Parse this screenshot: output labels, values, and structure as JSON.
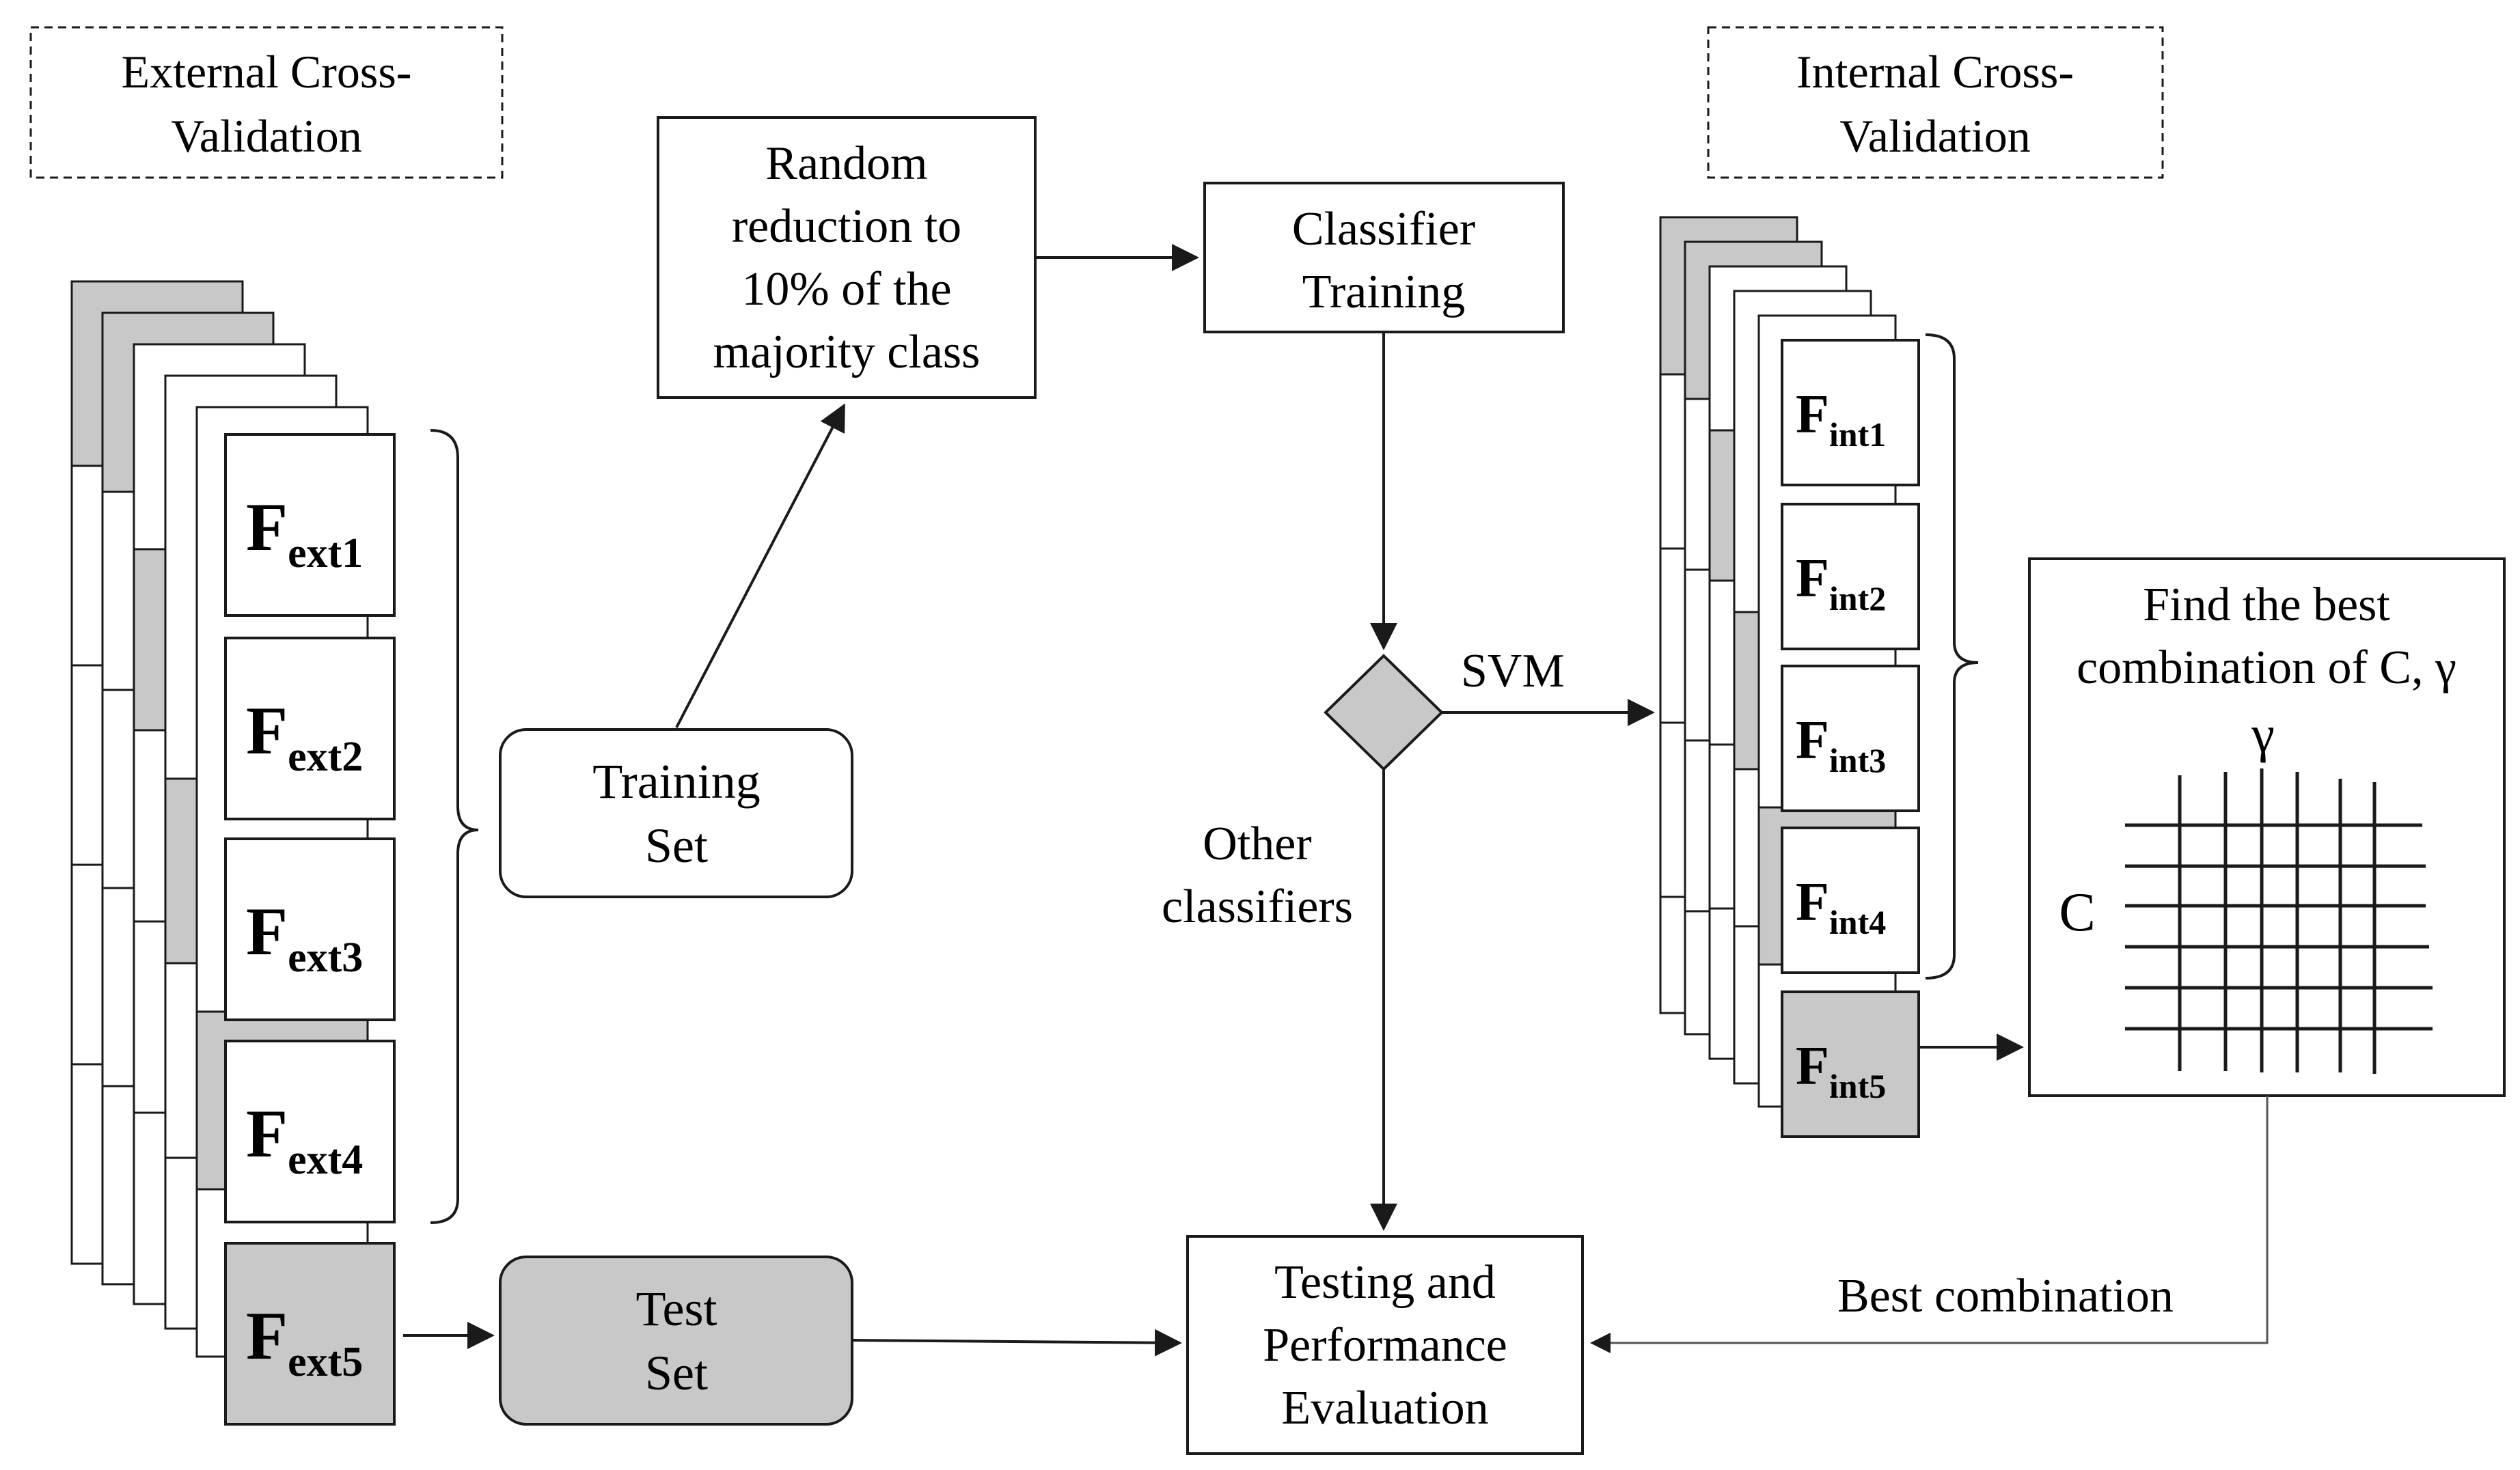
{
  "external_cv": {
    "line1": "External Cross-",
    "line2": "Validation"
  },
  "internal_cv": {
    "line1": "Internal Cross-",
    "line2": "Validation"
  },
  "reduction": {
    "line1": "Random",
    "line2": "reduction to",
    "line3": "10% of the",
    "line4": "majority class"
  },
  "classifier_training": {
    "line1": "Classifier",
    "line2": "Training"
  },
  "training_set": {
    "line1": "Training",
    "line2": "Set"
  },
  "test_set": {
    "line1": "Test",
    "line2": "Set"
  },
  "testing": {
    "line1": "Testing and",
    "line2": "Performance",
    "line3": "Evaluation"
  },
  "decision": {
    "svm": "SVM",
    "other_line1": "Other",
    "other_line2": "classifiers"
  },
  "grid_search": {
    "line1": "Find the best",
    "line2": "combination of C, γ",
    "gamma": "γ",
    "c": "C"
  },
  "best_combination": "Best combination",
  "external_folds": [
    {
      "main": "F",
      "sub": "ext1"
    },
    {
      "main": "F",
      "sub": "ext2"
    },
    {
      "main": "F",
      "sub": "ext3"
    },
    {
      "main": "F",
      "sub": "ext4"
    },
    {
      "main": "F",
      "sub": "ext5"
    }
  ],
  "internal_folds": [
    {
      "main": "F",
      "sub": "int1"
    },
    {
      "main": "F",
      "sub": "int2"
    },
    {
      "main": "F",
      "sub": "int3"
    },
    {
      "main": "F",
      "sub": "int4"
    },
    {
      "main": "F",
      "sub": "int5"
    }
  ]
}
